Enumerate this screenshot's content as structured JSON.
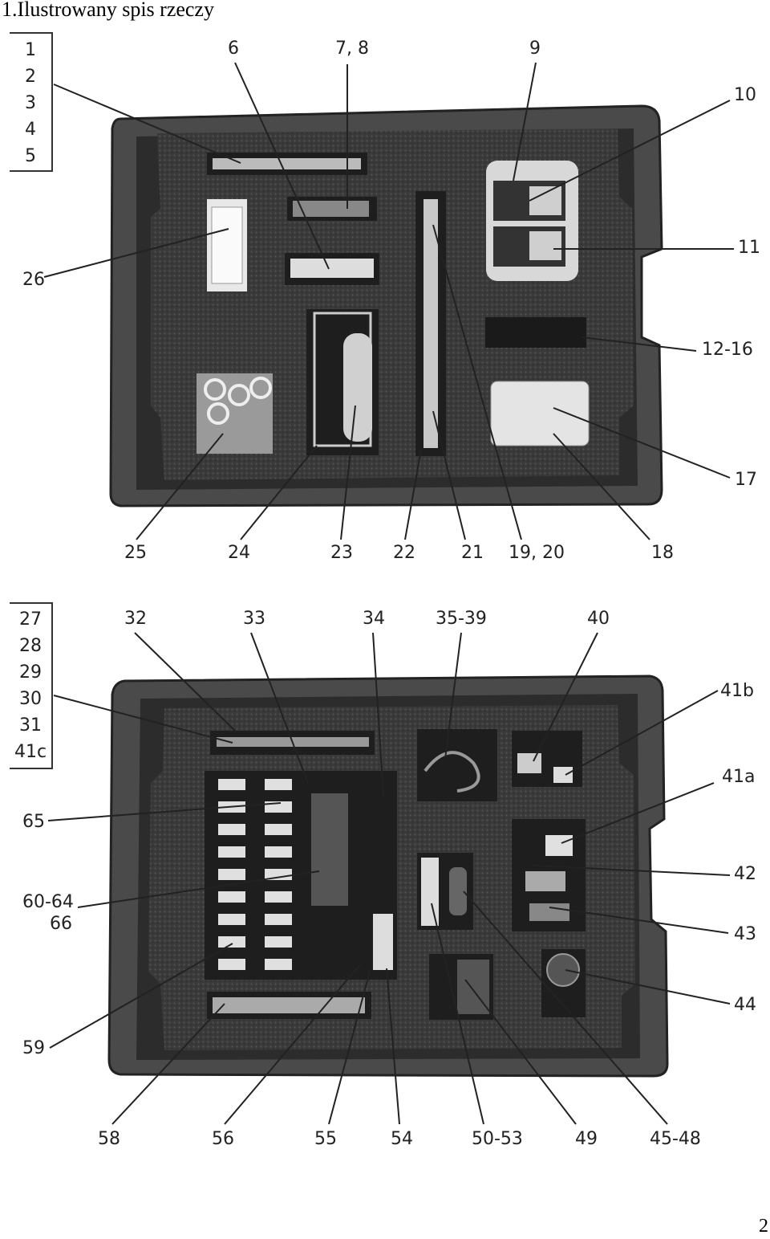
{
  "title": "1.Ilustrowany spis rzeczy",
  "page_number": "2",
  "figure1": {
    "list": [
      "1",
      "2",
      "3",
      "4",
      "5"
    ],
    "top_labels": [
      "6",
      "7, 8",
      "9",
      "10"
    ],
    "right_labels": [
      "11",
      "12-16",
      "17"
    ],
    "left_labels": [
      "26"
    ],
    "bottom_labels": [
      "25",
      "24",
      "23",
      "22",
      "21",
      "19, 20",
      "18"
    ]
  },
  "figure2": {
    "list": [
      "27",
      "28",
      "29",
      "30",
      "31",
      "41c"
    ],
    "top_labels": [
      "32",
      "33",
      "34",
      "35-39",
      "40"
    ],
    "right_labels": [
      "41b",
      "41a",
      "42",
      "43",
      "44"
    ],
    "left_labels": [
      "65",
      "60-64",
      "66",
      "59"
    ],
    "bottom_labels": [
      "58",
      "56",
      "55",
      "54",
      "50-53",
      "49",
      "45-48"
    ]
  }
}
